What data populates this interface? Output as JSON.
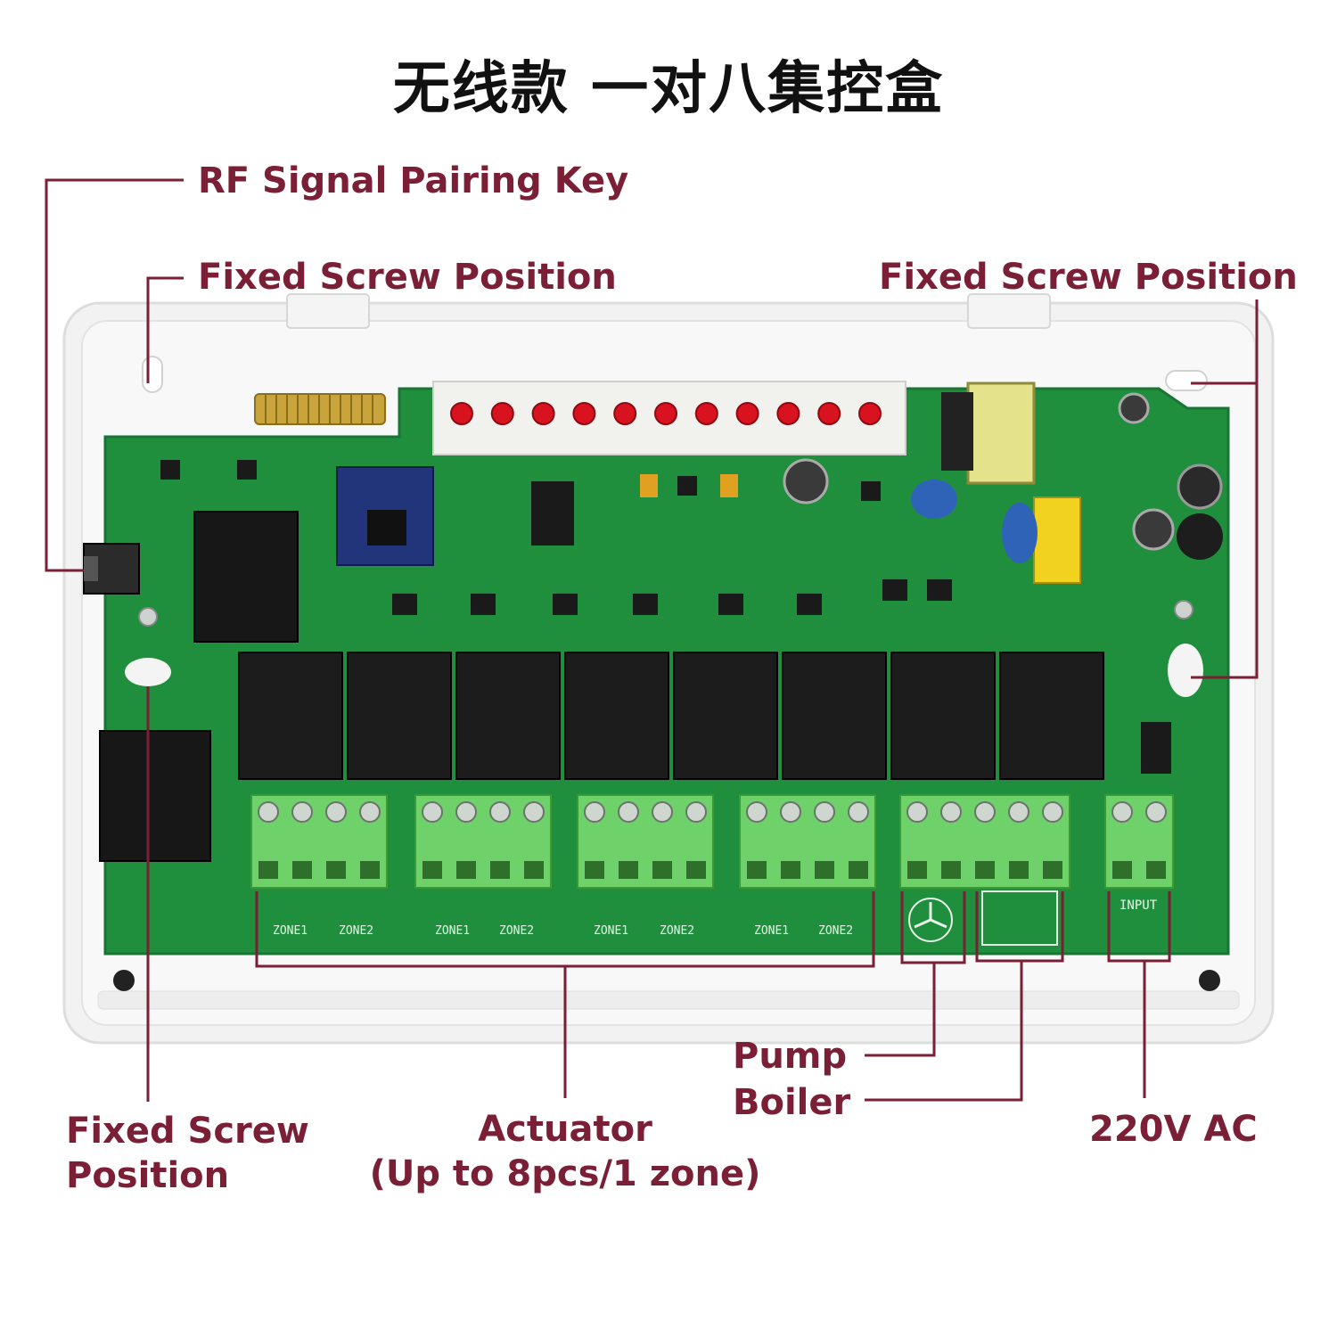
{
  "title": "无线款 一对八集控盒",
  "labels": {
    "rf_key": "RF Signal Pairing Key",
    "screw_top_left": "Fixed Screw Position",
    "screw_top_right": "Fixed Screw Position",
    "screw_bottom_left_line1": "Fixed Screw",
    "screw_bottom_left_line2": "Position",
    "actuator_line1": "Actuator",
    "actuator_line2": "(Up to 8pcs/1 zone)",
    "pump": "Pump",
    "boiler": "Boiler",
    "power": "220V AC"
  },
  "silkscreen": {
    "zone_marks": [
      "ZONE1",
      "ZONE2",
      "ZONE1",
      "ZONE2",
      "ZONE1",
      "ZONE2",
      "ZONE1",
      "ZONE2"
    ],
    "input": "INPUT"
  },
  "colors": {
    "label": "#7a1f35",
    "pcb": "#1f8f3e",
    "terminal": "#6fd16a",
    "relay": "#1c1c1c",
    "led": "#d8121e"
  },
  "counts": {
    "relays": 8,
    "leds": 11
  }
}
